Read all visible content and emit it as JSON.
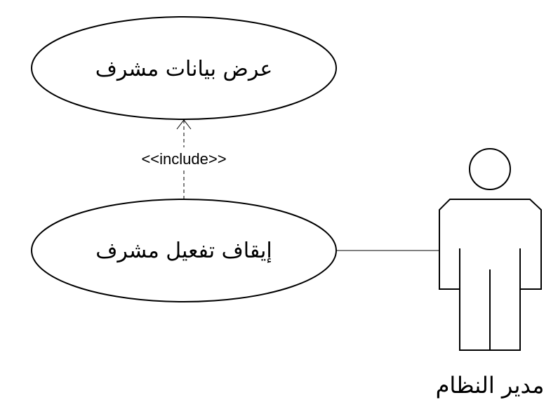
{
  "diagram": {
    "type": "uml-use-case",
    "use_cases": [
      {
        "id": "view",
        "label": "عرض بيانات مشرف"
      },
      {
        "id": "deactivate",
        "label": "إيقاف تفعيل مشرف"
      }
    ],
    "relationships": [
      {
        "from": "deactivate",
        "to": "view",
        "kind": "include",
        "label": "<<include>>"
      },
      {
        "from": "actor",
        "to": "deactivate",
        "kind": "association",
        "label": ""
      }
    ],
    "actor": {
      "id": "actor",
      "label": "مدير النظام",
      "icon": "actor-figure-icon"
    },
    "colors": {
      "stroke": "#000000",
      "background": "#ffffff"
    }
  }
}
